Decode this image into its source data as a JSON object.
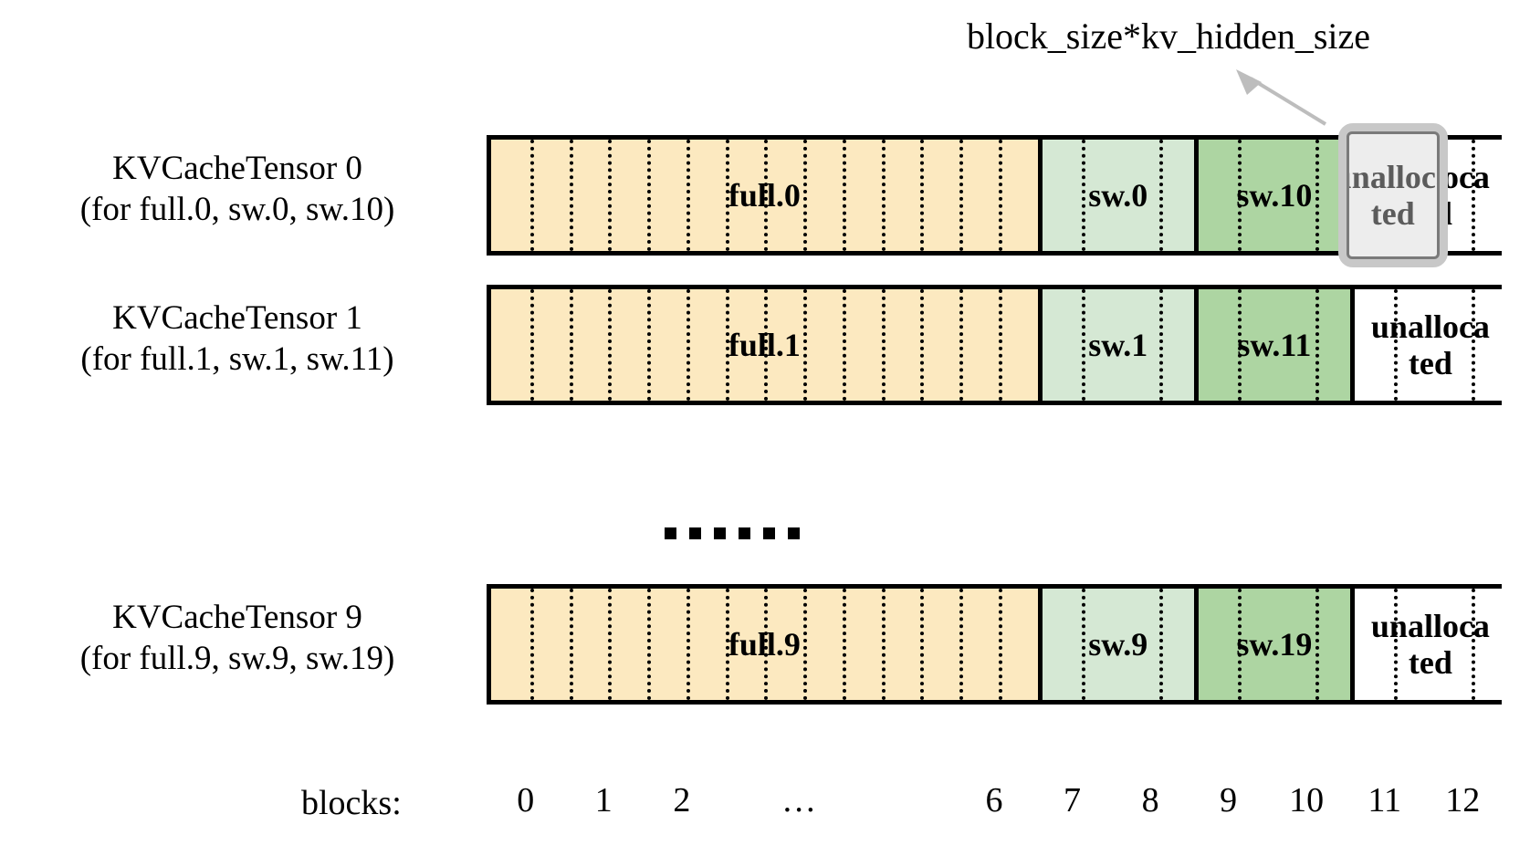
{
  "annotation": {
    "text": "block_size*kv_hidden_size",
    "arrow_icon": "arrow-up-left-gray"
  },
  "colors": {
    "full_fill": "#fce9c0",
    "sw_light_fill": "#d5e8d4",
    "sw_dark_fill": "#add5a2",
    "unallocated_fill": "#ffffff",
    "highlight_border": "#c8c8c8",
    "highlight_fill": "#ededed",
    "highlight_text": "#5c5c5c",
    "outline": "#000000"
  },
  "rows": [
    {
      "label_line1": "KVCacheTensor 0",
      "label_line2": "(for full.0, sw.0, sw.10)",
      "segments": [
        {
          "name": "full-segment",
          "label": "full.0",
          "blocks": 7,
          "fill": "#fce9c0",
          "highlighted": false
        },
        {
          "name": "sw-light-segment",
          "label": "sw.0",
          "blocks": 2,
          "fill": "#d5e8d4",
          "highlighted": false
        },
        {
          "name": "sw-dark-segment",
          "label": "sw.10",
          "blocks": 2,
          "fill": "#add5a2",
          "highlighted": false
        },
        {
          "name": "unallocated-segment",
          "label": "unalloca\nted",
          "blocks": 2,
          "fill": "#ffffff",
          "highlighted": false
        }
      ]
    },
    {
      "label_line1": "KVCacheTensor 1",
      "label_line2": "(for full.1, sw.1, sw.11)",
      "segments": [
        {
          "name": "full-segment",
          "label": "full.1",
          "blocks": 7,
          "fill": "#fce9c0",
          "highlighted": false
        },
        {
          "name": "sw-light-segment",
          "label": "sw.1",
          "blocks": 2,
          "fill": "#d5e8d4",
          "highlighted": false
        },
        {
          "name": "sw-dark-segment",
          "label": "sw.11",
          "blocks": 2,
          "fill": "#add5a2",
          "highlighted": false
        },
        {
          "name": "unallocated-segment",
          "label": "unalloca\nted",
          "blocks": 2,
          "fill": "#ffffff",
          "highlighted": false
        }
      ]
    },
    {
      "label_line1": "KVCacheTensor 9",
      "label_line2": "(for full.9, sw.9, sw.19)",
      "segments": [
        {
          "name": "full-segment",
          "label": "full.9",
          "blocks": 7,
          "fill": "#fce9c0",
          "highlighted": false
        },
        {
          "name": "sw-light-segment",
          "label": "sw.9",
          "blocks": 2,
          "fill": "#d5e8d4",
          "highlighted": false
        },
        {
          "name": "sw-dark-segment",
          "label": "sw.19",
          "blocks": 2,
          "fill": "#add5a2",
          "highlighted": false
        },
        {
          "name": "unallocated-segment",
          "label": "unalloca\nted",
          "blocks": 2,
          "fill": "#ffffff",
          "highlighted": false
        }
      ]
    }
  ],
  "highlight": {
    "label": "unalloca\nted",
    "row_index": 0
  },
  "ellipsis": {
    "dot_count": 6
  },
  "axis": {
    "caption": "blocks:",
    "ticks": [
      "0",
      "1",
      "2",
      "…",
      "6",
      "7",
      "8",
      "9",
      "10",
      "11",
      "12"
    ]
  }
}
